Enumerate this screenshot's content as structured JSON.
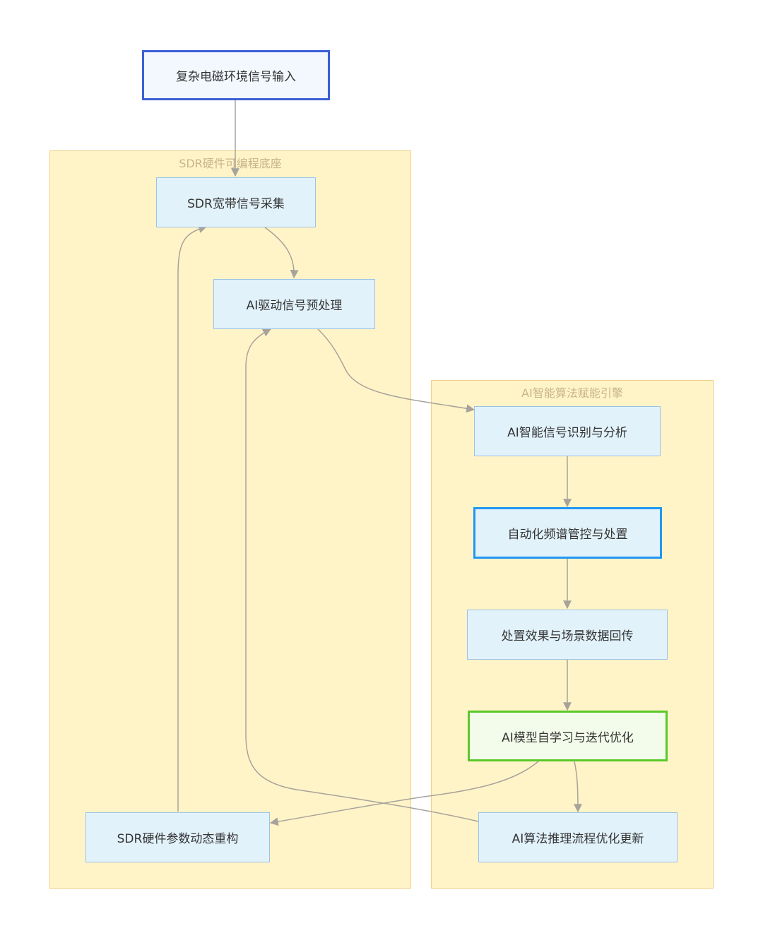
{
  "clusters": {
    "sdr": {
      "label": "SDR硬件可编程底座"
    },
    "ai": {
      "label": "AI智能算法赋能引擎"
    }
  },
  "nodes": {
    "input": "复杂电磁环境信号输入",
    "sdr_capture": "SDR宽带信号采集",
    "ai_preprocess": "AI驱动信号预处理",
    "ai_identify": "AI智能信号识别与分析",
    "auto_control": "自动化频谱管控与处置",
    "feedback": "处置效果与场景数据回传",
    "ai_selflearn": "AI模型自学习与迭代优化",
    "sdr_reconfig": "SDR硬件参数动态重构",
    "ai_update": "AI算法推理流程优化更新"
  },
  "colors": {
    "cluster_fill": "#fff4c8",
    "cluster_border": "#f0cf85",
    "node_fill": "#e2f2fb",
    "node_border": "#9dc2e6",
    "input_border": "#3b5fd6",
    "control_border": "#2196f3",
    "selflearn_border": "#5ac82a",
    "edge": "#a8a39a"
  }
}
